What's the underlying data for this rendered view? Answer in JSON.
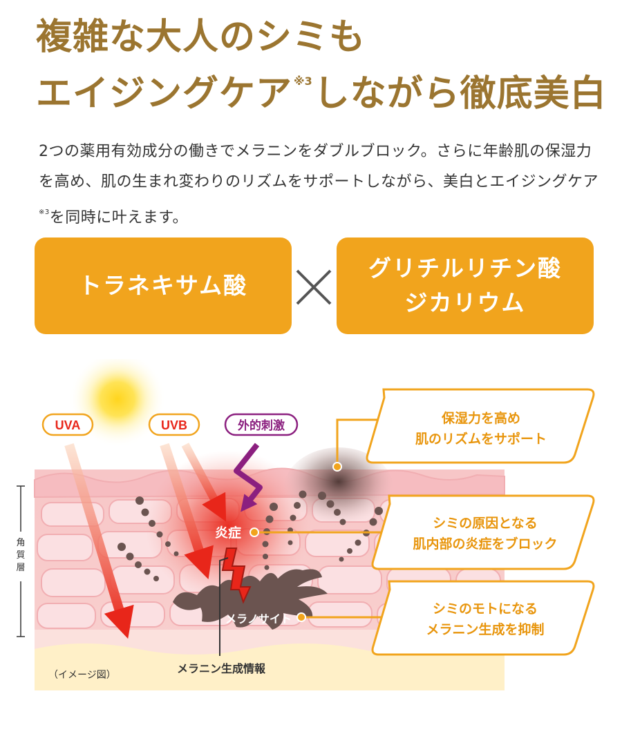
{
  "headline": {
    "line1": "複雑な大人のシミも",
    "line2_main": "エイジングケア",
    "line2_note": "※3",
    "line2_tail": "しながら徹底美白"
  },
  "lead": {
    "text1": "2つの薬用有効成分の働きでメラニンをダブルブロック。さらに年齢肌の保湿力を高め、肌の生まれ変わりのリズムをサポートしながら、美白とエイジングケア",
    "note": "※3",
    "text2": "を同時に叶えます。"
  },
  "ingredients": {
    "a": "トラネキサム酸",
    "b_line1": "グリチルリチン酸",
    "b_line2": "ジカリウム",
    "cross_icon": "cross-icon"
  },
  "diagram": {
    "uva": "UVA",
    "uvb": "UVB",
    "external": "外的刺激",
    "inflammation": "炎症",
    "melanocyte": "メラノサイト",
    "melanin_info": "メラニン生成情報",
    "stratum_1": "角",
    "stratum_2": "質",
    "stratum_3": "層",
    "image_note": "（イメージ図）",
    "callout1_l1": "保湿力を高め",
    "callout1_l2": "肌のリズムをサポート",
    "callout2_l1": "シミの原因となる",
    "callout2_l2": "肌内部の炎症をブロック",
    "callout3_l1": "シミのモトになる",
    "callout3_l2": "メラニン生成を抑制"
  },
  "colors": {
    "gold": "#9b7530",
    "orange": "#f1a41d",
    "red": "#e8261a",
    "purple": "#8b1f7f",
    "melanocyte": "#6b5450"
  }
}
